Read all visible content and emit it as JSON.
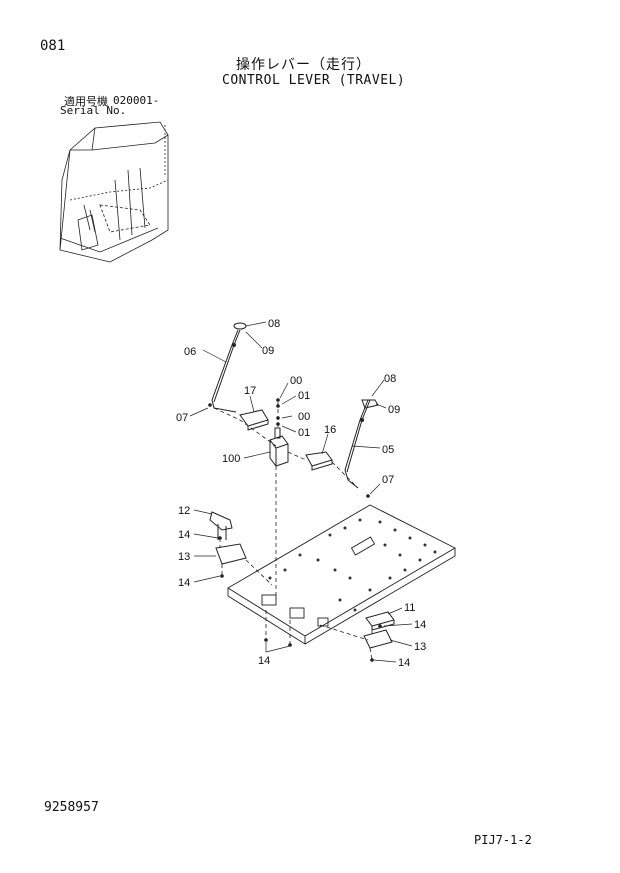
{
  "header": {
    "page_num": "081",
    "title_jp": "操作レバー（走行）",
    "title_en": "CONTROL LEVER (TRAVEL)",
    "serial_label_jp": "適用号機",
    "serial_code": "020001-",
    "serial_label_en": "Serial No."
  },
  "callouts": {
    "c08a": "08",
    "c09a": "09",
    "c06": "06",
    "c07a": "07",
    "c17": "17",
    "c00a": "00",
    "c01a": "01",
    "c00b": "00",
    "c01b": "01",
    "c100": "100",
    "c16": "16",
    "c08b": "08",
    "c09b": "09",
    "c05": "05",
    "c07b": "07",
    "c12": "12",
    "c14a": "14",
    "c13a": "13",
    "c14b": "14",
    "c11": "11",
    "c14c": "14",
    "c13b": "13",
    "c14d": "14",
    "c14e": "14"
  },
  "footer": {
    "part_number": "9258957",
    "sheet_code": "PIJ7-1-2"
  }
}
